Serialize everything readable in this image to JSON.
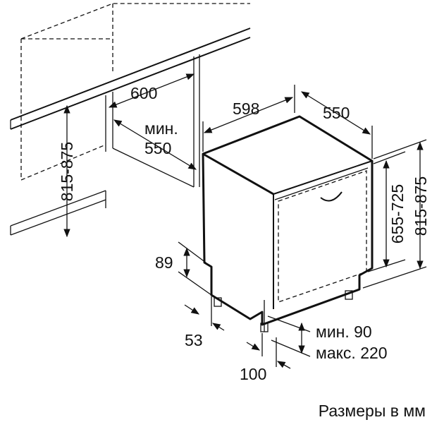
{
  "dimensions": {
    "niche_width": "600",
    "niche_height": "815-875",
    "niche_depth_min_label": "мин.",
    "niche_depth_min_value": "550",
    "appliance_width": "598",
    "appliance_depth": "550",
    "door_height": "655-725",
    "appliance_height": "815-875",
    "plinth_height": "89",
    "plinth_setback": "53",
    "foot_offset": "100",
    "toe_kick_min": "мин. 90",
    "toe_kick_max": "макс. 220"
  },
  "footer": {
    "units_note": "Размеры в мм"
  }
}
